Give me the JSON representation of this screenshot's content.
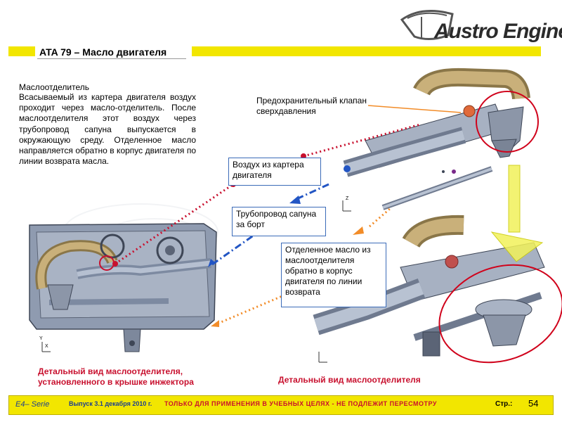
{
  "header": {
    "logo_text": "Austro Engine",
    "title": "ATA 79 – Масло двигателя"
  },
  "description": {
    "heading": "Маслоотделитель",
    "body": "Всасываемый из картера двигателя воздух проходит через масло-отделитель. После маслоотделителя этот воздух через трубопровод сапуна выпускается в окружающую среду. Отделенное масло направляется обратно в корпус двигателя по линии возврата масла."
  },
  "callouts": {
    "relief_valve": "Предохранительный клапан сверхдавления",
    "crankcase_air": "Воздух из картера двигателя",
    "breather_pipe": "Трубопровод сапуна за борт",
    "separated_oil": "Отделенное масло из маслоотделителя обратно в корпус двигателя по линии возврата"
  },
  "captions": {
    "left": "Детальный вид маслоотделителя, установленного в крышке инжектора",
    "right": "Детальный вид маслоотделителя"
  },
  "axes": {
    "x": "X",
    "y": "Y",
    "z": "Z"
  },
  "footer": {
    "series": "E4– Serie",
    "release": "Выпуск 3.1 декабря 2010 г.",
    "warning": "ТОЛЬКО ДЛЯ ПРИМЕНЕНИЯ В УЧЕБНЫХ ЦЕЛЯХ - НЕ ПОДЛЕЖИТ ПЕРЕСМОТРУ",
    "page_label": "Стр.:",
    "page_number": "54"
  },
  "colors": {
    "accent_yellow": "#f2e600",
    "red": "#c8102e",
    "blue": "#2255c4",
    "orange": "#f28c28"
  }
}
